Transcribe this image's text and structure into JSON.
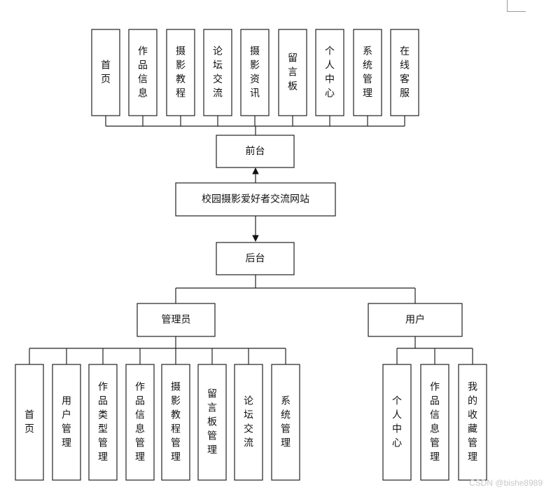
{
  "title": "校园摄影爱好者交流网站",
  "front": {
    "label": "前台",
    "items": [
      "首页",
      "作品信息",
      "摄影教程",
      "论坛交流",
      "摄影资讯",
      "留言板",
      "个人中心",
      "系统管理",
      "在线客服"
    ]
  },
  "back": {
    "label": "后台",
    "admin": {
      "label": "管理员",
      "items": [
        "首页",
        "用户管理",
        "作品类型管理",
        "作品信息管理",
        "摄影教程管理",
        "留言板管理",
        "论坛交流",
        "系统管理"
      ]
    },
    "user": {
      "label": "用户",
      "items": [
        "个人中心",
        "作品信息管理",
        "我的收藏管理"
      ]
    }
  },
  "watermark": "CSDN @bishe8989"
}
